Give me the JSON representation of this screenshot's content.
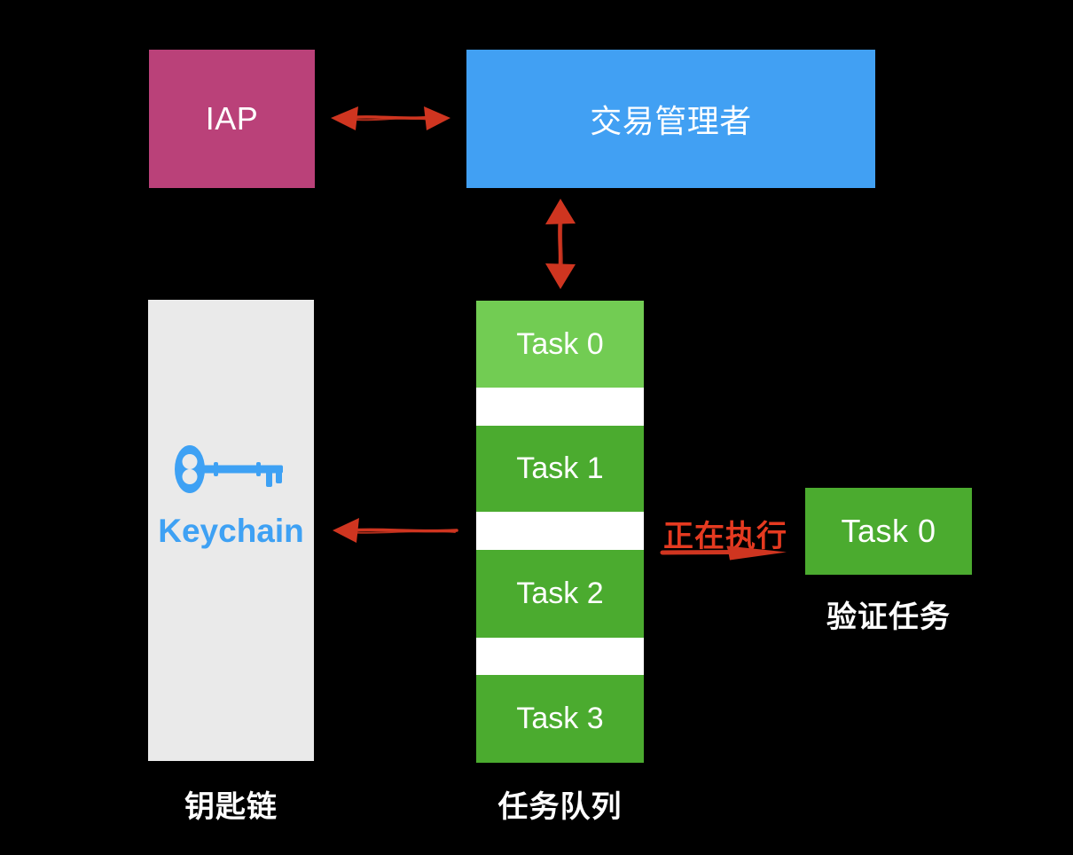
{
  "background": "#000000",
  "nodes": {
    "iap": {
      "label": "IAP",
      "color": "#ba4179"
    },
    "transaction_manager": {
      "label": "交易管理者",
      "color": "#41a0f3"
    },
    "keychain": {
      "label": "Keychain",
      "caption": "钥匙链",
      "box_color": "#eaeaea",
      "accent_color": "#3ea1f4",
      "icon": "key-icon"
    },
    "task_queue": {
      "caption": "任务队列",
      "tasks": [
        {
          "label": "Task 0",
          "color": "#72cc53"
        },
        {
          "label": "Task 1",
          "color": "#4bab2f"
        },
        {
          "label": "Task 2",
          "color": "#4bab2f"
        },
        {
          "label": "Task 3",
          "color": "#4bab2f"
        }
      ]
    },
    "verify_task": {
      "label": "Task 0",
      "caption": "验证任务",
      "color": "#4bab2f"
    }
  },
  "annotations": {
    "executing": {
      "label": "正在执行",
      "color": "#e53a20"
    }
  },
  "arrows": {
    "color": "#cf3520",
    "iap_transaction_manager": "bidirectional",
    "transaction_manager_queue": "bidirectional",
    "queue_keychain": "left",
    "queue_verify": "right"
  }
}
